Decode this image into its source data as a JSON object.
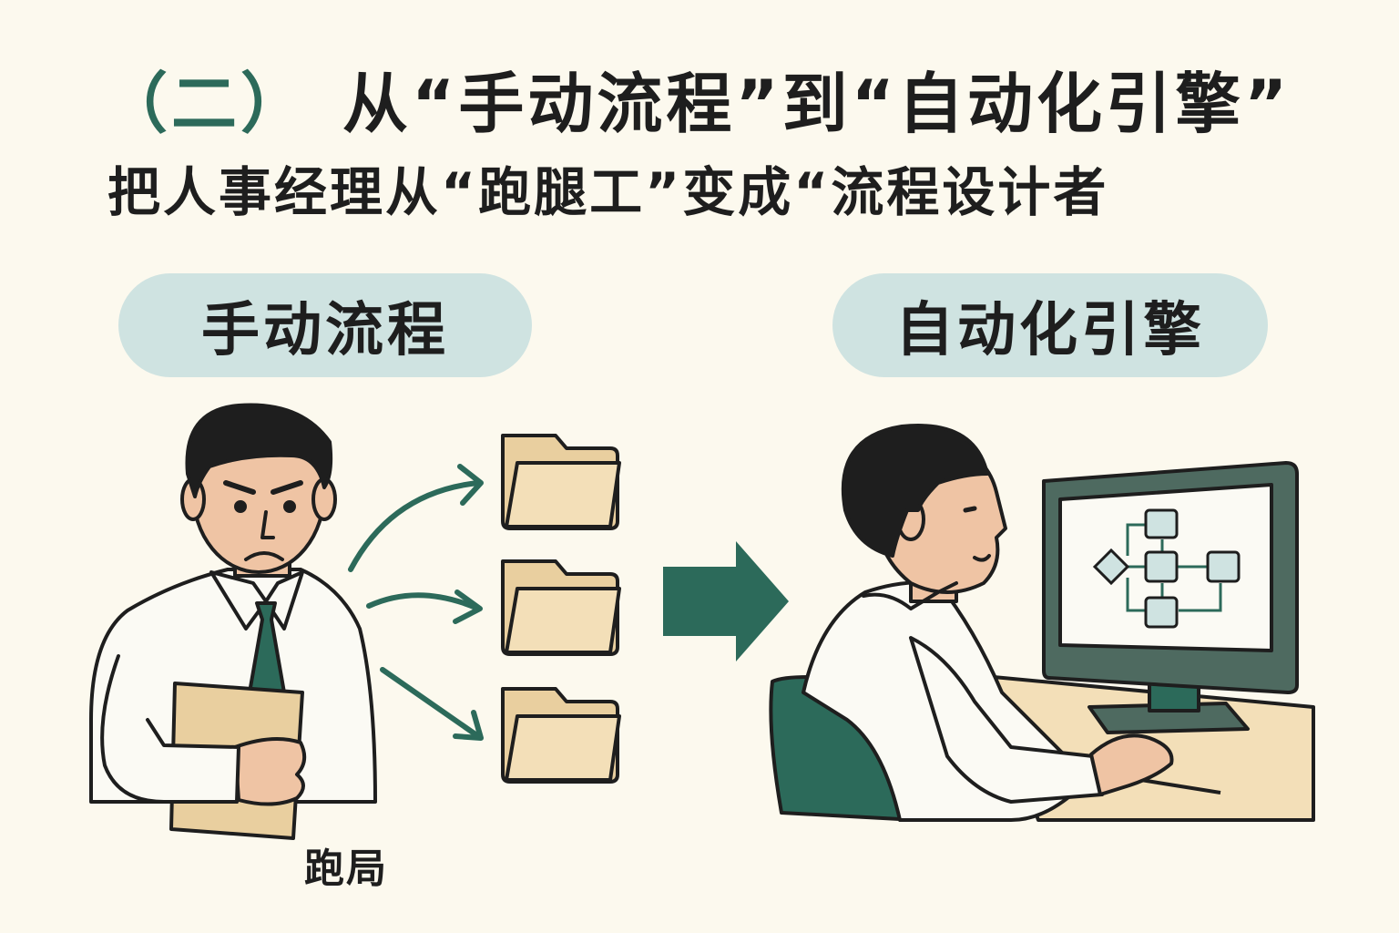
{
  "header": {
    "number": "（二）",
    "title": "从“手动流程”到“自动化引擎”",
    "subtitle": "把人事经理从“跑腿工”变成“流程设计者"
  },
  "left_panel": {
    "label": "手动流程",
    "caption": "跑局"
  },
  "right_panel": {
    "label": "自动化引擎"
  },
  "colors": {
    "accent": "#2c6a5a",
    "pill": "#cfe3e1",
    "folder": "#f3dfb8",
    "background": "#fcf9ee"
  },
  "icons": [
    "person-with-folder",
    "folder-icon",
    "arrow-right-icon",
    "person-at-computer",
    "flowchart-icon",
    "monitor-icon",
    "chair-icon"
  ]
}
